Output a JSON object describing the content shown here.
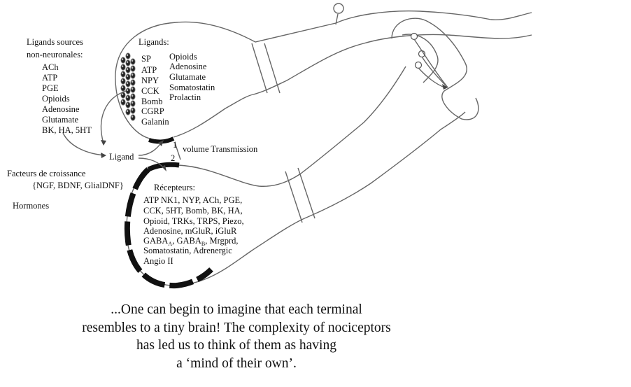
{
  "left_ligands": {
    "title_line1": "Ligands sources",
    "title_line2": "non-neuronales:",
    "items": [
      "ACh",
      "ATP",
      "PGE",
      "Opioids",
      "Adenosine",
      "Glutamate",
      "BK, HA, 5HT"
    ]
  },
  "ligand_label": "Ligand",
  "growth_factors": {
    "title": "Facteurs de croissance",
    "items": "{NGF, BDNF, GlialDNF}"
  },
  "hormones": "Hormones",
  "upper_terminal": {
    "title": "Ligands:",
    "col1": [
      "SP",
      "ATP",
      "NPY",
      "CCK",
      "Bomb",
      "CGRP",
      "Galanin"
    ],
    "col2": [
      "Opioids",
      "Adenosine",
      "Glutamate",
      "Somatostatin",
      "Prolactin"
    ]
  },
  "volume": {
    "n1": "1",
    "n2": "2",
    "label": "volume Transmission"
  },
  "lower_terminal": {
    "title": "Récepteurs:",
    "line1": "ATP NK1, NYP, ACh, PGE,",
    "line2": "CCK, 5HT, Bomb, BK, HA,",
    "line3": "Opioid, TRKs, TRPS, Piezo,",
    "line4": "Adenosine, mGluR, iGluR",
    "line5_gaba1": "GABA",
    "line5_sub1": "A",
    "line5_gaba2": ", GABA",
    "line5_sub2": "B",
    "line5_rest": ", Mrgprd,",
    "line6": "Somatostatin, Adrenergic",
    "line7": "Angio II"
  },
  "caption": [
    "...One can begin to imagine that each terminal",
    "resembles to a tiny brain! The complexity of nociceptors",
    "has led us to think of them as having",
    "a ‘mind of their own’."
  ]
}
